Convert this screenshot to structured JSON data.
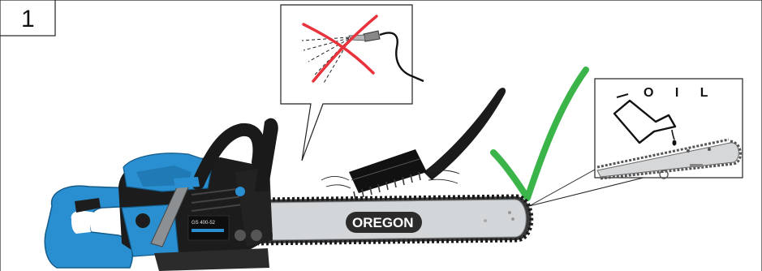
{
  "step": {
    "number": "1"
  },
  "detail_callout": {
    "label": "O I L"
  },
  "chainsaw": {
    "bar_brand": "OREGON",
    "nameplate": "GS 400-52",
    "body_color": "#2a8fd0"
  },
  "icons": {
    "prohibited": "red-cross-icon",
    "approved": "green-checkmark-icon",
    "brush": "cleaning-brush-icon",
    "spray": "pressure-washer-nozzle-icon",
    "oil_can": "oil-can-icon"
  },
  "colors": {
    "cross": "#e8323c",
    "check": "#3bb54a"
  }
}
